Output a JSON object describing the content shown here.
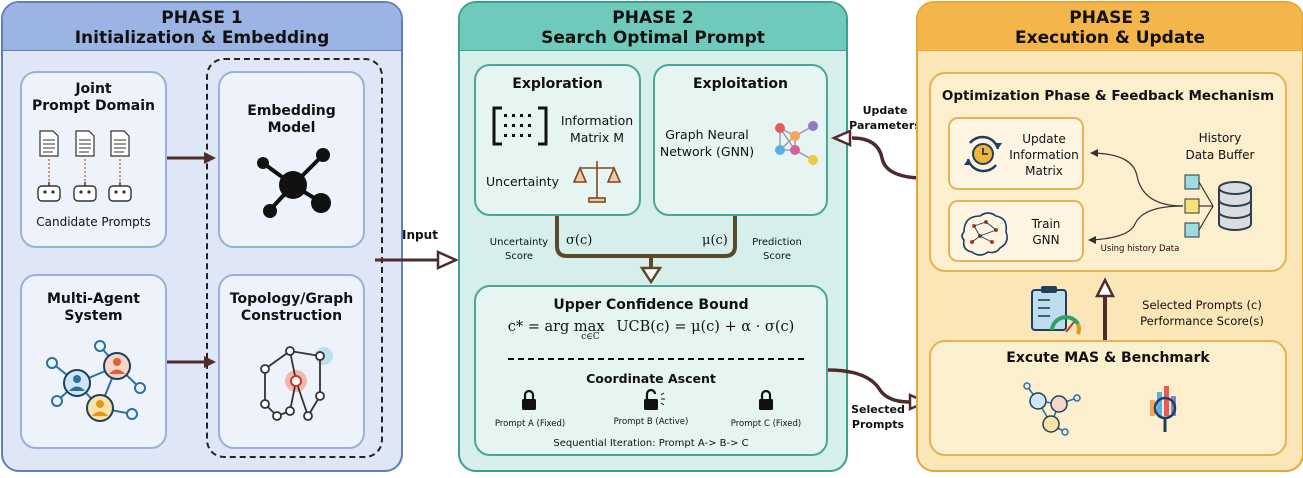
{
  "phase1": {
    "title_line1": "PHASE 1",
    "title_line2": "Initialization & Embedding",
    "joint_prompt_line1": "Joint",
    "joint_prompt_line2": "Prompt Domain",
    "candidate_prompts": "Candidate Prompts",
    "embedding_line1": "Embedding",
    "embedding_line2": "Model",
    "mas_line1": "Multi-Agent",
    "mas_line2": "System",
    "topology_line1": "Topology/Graph",
    "topology_line2": "Construction"
  },
  "phase2": {
    "title_line1": "PHASE 2",
    "title_line2": "Search Optimal Prompt",
    "exploration": "Exploration",
    "info_matrix_line1": "Information",
    "info_matrix_line2": "Matrix M",
    "uncertainty": "Uncertainty",
    "exploitation": "Exploitation",
    "gnn_line1": "Graph Neural",
    "gnn_line2": "Network (GNN)",
    "uncertainty_score_line1": "Uncertainty",
    "uncertainty_score_line2": "Score",
    "sigma": "σ(c)",
    "mu": "μ(c)",
    "prediction_score_line1": "Prediction",
    "prediction_score_line2": "Score",
    "ucb_title": "Upper Confidence Bound",
    "ucb_formula_lhs": "c* = arg max",
    "ucb_formula_sub": "c∈C",
    "ucb_formula_rhs": "UCB(c) = μ(c) + α · σ(c)",
    "coordinate_ascent": "Coordinate Ascent",
    "prompt_a": "Prompt A (Fixed)",
    "prompt_b": "Prompt B (Active)",
    "prompt_c": "Prompt C (Fixed)",
    "sequential": "Sequential Iteration: Prompt A-> B-> C"
  },
  "phase3": {
    "title_line1": "PHASE 3",
    "title_line2": "Execution & Update",
    "optimization_title": "Optimization Phase & Feedback Mechanism",
    "update_info_line1": "Update",
    "update_info_line2": "Information",
    "update_info_line3": "Matrix",
    "history_line1": "History",
    "history_line2": "Data Buffer",
    "train_line1": "Train",
    "train_line2": "GNN",
    "using_history": "Using history Data",
    "selected_perf_line1": "Selected Prompts (c)",
    "selected_perf_line2": "Performance Score(s)",
    "execute_title": "Excute MAS & Benchmark"
  },
  "connectors": {
    "input": "Input",
    "update_params_line1": "Update",
    "update_params_line2": "Parameters",
    "selected_prompts_line1": "Selected",
    "selected_prompts_line2": "Prompts"
  },
  "colors": {
    "phase1_border": "#5f7fbf",
    "phase1_head": "#9cb4e4",
    "phase1_body": "#dfe7f6",
    "phase2_border": "#3f9f8f",
    "phase2_head": "#6fcabb",
    "phase2_body": "#d6efea",
    "phase3_border": "#e6a63c",
    "phase3_head": "#f4b54b",
    "phase3_body": "#fbe6b8",
    "arrow": "#4e2c2c"
  }
}
